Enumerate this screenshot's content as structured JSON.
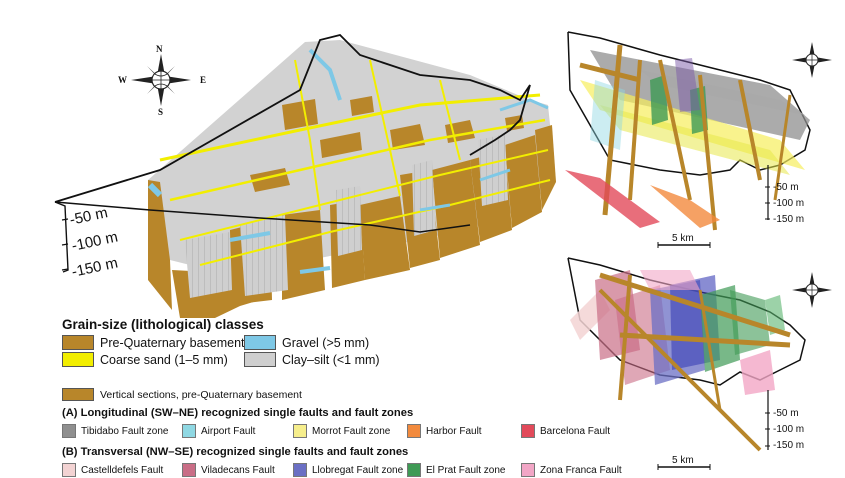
{
  "compass": {
    "n": "N",
    "s": "S",
    "e": "E",
    "w": "W"
  },
  "main_depths": [
    "-50 m",
    "-100 m",
    "-150 m"
  ],
  "legend": {
    "title": "Grain-size (lithological) classes",
    "classes": [
      {
        "label": "Pre-Quaternary basement",
        "color": "#b8862a"
      },
      {
        "label": "Gravel (>5 mm)",
        "color": "#7ec8e6"
      },
      {
        "label": "Coarse sand (1–5 mm)",
        "color": "#f2ee00"
      },
      {
        "label": "Clay–silt (<1 mm)",
        "color": "#cfcfcf"
      }
    ],
    "vertical": {
      "label": "Vertical sections, pre-Quaternary basement",
      "color": "#b8862a"
    }
  },
  "longitudinal": {
    "title": "(A) Longitudinal (SW–NE) recognized single faults and fault zones",
    "faults": [
      {
        "label": "Tibidabo Fault zone",
        "color": "#8f8f8f"
      },
      {
        "label": "Airport Fault",
        "color": "#8fd8e3"
      },
      {
        "label": "Morrot Fault zone",
        "color": "#f6ee8c"
      },
      {
        "label": "Harbor Fault",
        "color": "#f28a3d"
      },
      {
        "label": "Barcelona Fault",
        "color": "#e24a5a"
      }
    ]
  },
  "transversal": {
    "title": "(B) Transversal (NW–SE) recognized single faults and fault zones",
    "faults": [
      {
        "label": "Castelldefels Fault",
        "color": "#f3d3d3"
      },
      {
        "label": "Viladecans Fault",
        "color": "#c96d86"
      },
      {
        "label": "Llobregat Fault zone",
        "color": "#6b6fc4"
      },
      {
        "label": "El Prat Fault zone",
        "color": "#3f9a55"
      },
      {
        "label": "Zona Franca Fault",
        "color": "#f2a6c6"
      }
    ]
  },
  "panel_top": {
    "depths": [
      "-50 m",
      "-100 m",
      "-150 m"
    ],
    "scale": "5 km"
  },
  "panel_bottom": {
    "depths": [
      "-50 m",
      "-100 m",
      "-150 m"
    ],
    "scale": "5 km"
  }
}
